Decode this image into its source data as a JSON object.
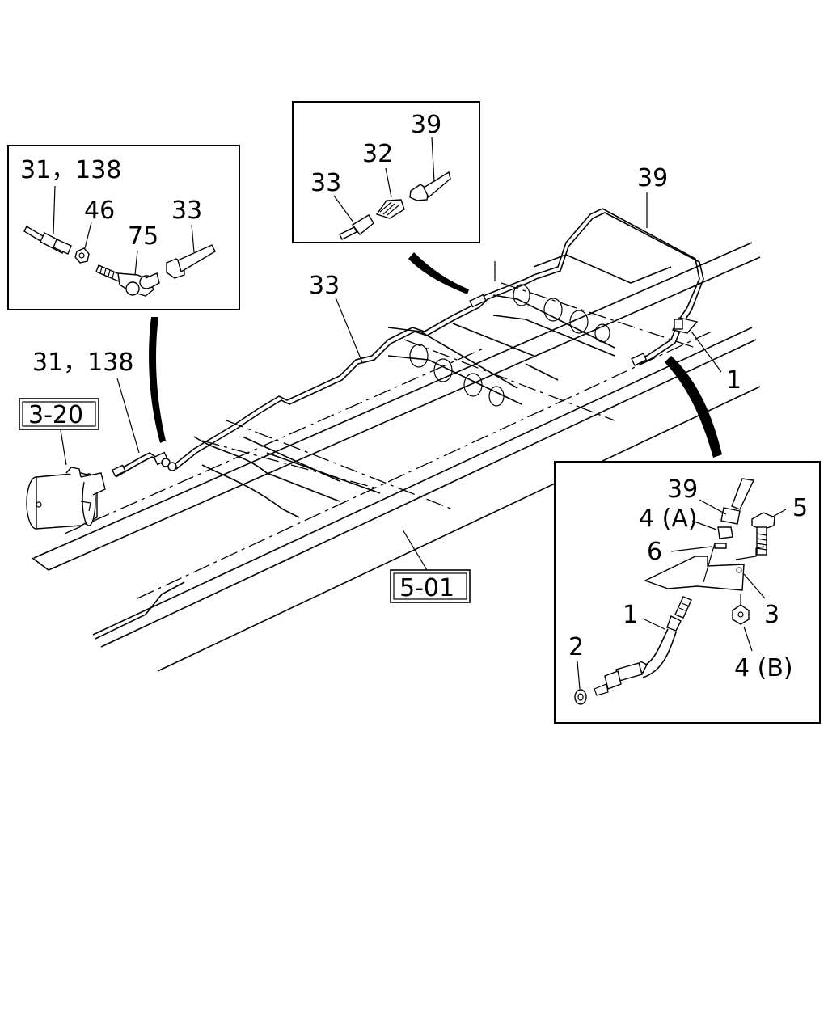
{
  "labels": {
    "inset_left_31_138": "31，138",
    "inset_left_46": "46",
    "inset_left_33": "33",
    "inset_left_75": "75",
    "inset_top_39": "39",
    "inset_top_32": "32",
    "inset_top_33": "33",
    "main_39": "39",
    "main_33": "33",
    "main_31_138": "31，138",
    "main_1": "1",
    "inset_right_39": "39",
    "inset_right_5": "5",
    "inset_right_4a": "4 (A)",
    "inset_right_6": "6",
    "inset_right_3": "3",
    "inset_right_1": "1",
    "inset_right_2": "2",
    "inset_right_4b": "4 (B)"
  },
  "references": {
    "ref_3_20": "3-20",
    "ref_5_01": "5-01"
  }
}
